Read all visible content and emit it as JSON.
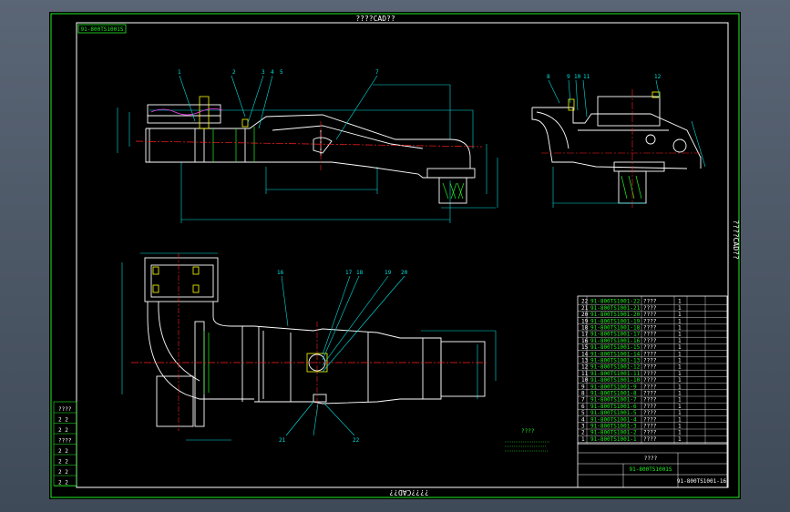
{
  "header_text": "????CAD??",
  "footer_text": "????CAD??",
  "side_text": "????CAD??",
  "drawing_number": "91-800TS1001S",
  "title_block": {
    "main": "????",
    "drawing_no": "91-800TS1001S",
    "scale_code": "91-800TS1001-16"
  },
  "tech_req_title": "????",
  "parts_list": [
    {
      "no": "22",
      "code": "91-800TS1001-22",
      "name": "????",
      "qty": "1"
    },
    {
      "no": "21",
      "code": "91-800TS1001-21",
      "name": "????",
      "qty": "1"
    },
    {
      "no": "20",
      "code": "91-800TS1001-20",
      "name": "????",
      "qty": "1"
    },
    {
      "no": "19",
      "code": "91-800TS1001-19",
      "name": "????",
      "qty": "1"
    },
    {
      "no": "18",
      "code": "91-800TS1001-18",
      "name": "????",
      "qty": "1"
    },
    {
      "no": "17",
      "code": "91-800TS1001-17",
      "name": "????",
      "qty": "1"
    },
    {
      "no": "16",
      "code": "91-800TS1001-16",
      "name": "????",
      "qty": "1"
    },
    {
      "no": "15",
      "code": "91-800TS1001-15",
      "name": "????",
      "qty": "1"
    },
    {
      "no": "14",
      "code": "91-800TS1001-14",
      "name": "????",
      "qty": "1"
    },
    {
      "no": "13",
      "code": "91-800TS1001-13",
      "name": "????",
      "qty": "1"
    },
    {
      "no": "12",
      "code": "91-800TS1001-12",
      "name": "????",
      "qty": "1"
    },
    {
      "no": "11",
      "code": "91-800TS1001-11",
      "name": "????",
      "qty": "1"
    },
    {
      "no": "10",
      "code": "91-800TS1001-10",
      "name": "????",
      "qty": "1"
    },
    {
      "no": "9",
      "code": "91-800TS1001-9",
      "name": "????",
      "qty": "1"
    },
    {
      "no": "8",
      "code": "91-800TS1001-8",
      "name": "????",
      "qty": "1"
    },
    {
      "no": "7",
      "code": "91-800TS1001-7",
      "name": "????",
      "qty": "1"
    },
    {
      "no": "6",
      "code": "91-800TS1001-6",
      "name": "????",
      "qty": "1"
    },
    {
      "no": "5",
      "code": "91-800TS1001-5",
      "name": "????",
      "qty": "1"
    },
    {
      "no": "4",
      "code": "91-800TS1001-4",
      "name": "????",
      "qty": "1"
    },
    {
      "no": "3",
      "code": "91-800TS1001-3",
      "name": "????",
      "qty": "1"
    },
    {
      "no": "2",
      "code": "91-800TS1001-2",
      "name": "????",
      "qty": "1"
    },
    {
      "no": "1",
      "code": "91-800TS1001-1",
      "name": "????",
      "qty": "1"
    }
  ],
  "balloons_front": [
    "1",
    "2",
    "3",
    "4",
    "5",
    "7"
  ],
  "balloons_side": [
    "8",
    "9",
    "10",
    "11",
    "12"
  ],
  "balloons_top": [
    "16",
    "17",
    "18",
    "19",
    "20",
    "21",
    "22"
  ],
  "left_table_rows": [
    "????",
    "2 2",
    "2 2",
    "????",
    "2 2",
    "2 2",
    "2 2",
    "2 2"
  ],
  "colors": {
    "outline": "#ffffff",
    "center": "#ff2020",
    "dim": "#00e0e0",
    "green": "#22ee22",
    "yellow": "#ffff00",
    "magenta": "#ff40ff"
  }
}
